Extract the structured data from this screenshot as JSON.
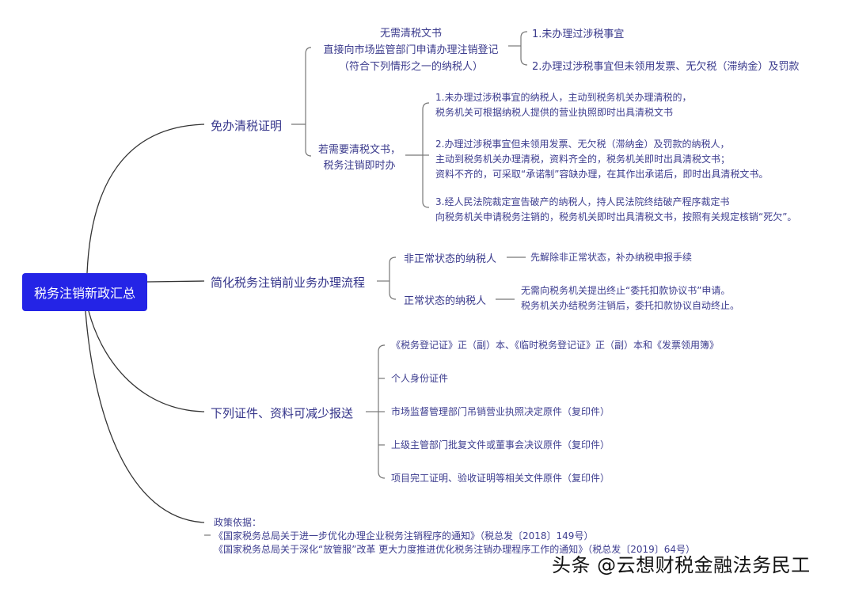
{
  "root": {
    "label": "税务注销新政汇总",
    "color": "#2424e6"
  },
  "branches": [
    {
      "label": "免办清税证明",
      "children": [
        {
          "lines": [
            "无需清税文书",
            "直接向市场监管部门申请办理注销登记",
            "（符合下列情形之一的纳税人）"
          ],
          "items": [
            "1.未办理过涉税事宜",
            "2.办理过涉税事宜但未领用发票、无欠税（滞纳金）及罚款"
          ]
        },
        {
          "lines": [
            "若需要清税文书，",
            "税务注销即时办"
          ],
          "items": [
            {
              "lines": [
                "1.未办理过涉税事宜的纳税人，主动到税务机关办理清税的，",
                "税务机关可根据纳税人提供的营业执照即时出具清税文书"
              ]
            },
            {
              "lines": [
                "2.办理过涉税事宜但未领用发票、无欠税（滞纳金）及罚款的纳税人，",
                "主动到税务机关办理清税，资料齐全的，税务机关即时出具清税文书；",
                "资料不齐的，可采取“承诺制”容缺办理，在其作出承诺后，即时出具清税文书。"
              ]
            },
            {
              "lines": [
                "3.经人民法院裁定宣告破产的纳税人，持人民法院终结破产程序裁定书",
                "向税务机关申请税务注销的，税务机关即时出具清税文书，按照有关规定核销“死欠”。"
              ]
            }
          ]
        }
      ]
    },
    {
      "label": "简化税务注销前业务办理流程",
      "children": [
        {
          "label": "非正常状态的纳税人",
          "detail": [
            "先解除非正常状态，补办纳税申报手续"
          ]
        },
        {
          "label": "正常状态的纳税人",
          "detail": [
            "无需向税务机关提出终止“委托扣款协议书”申请。",
            "税务机关办结税务注销后，委托扣款协议自动终止。"
          ]
        }
      ]
    },
    {
      "label": "下列证件、资料可减少报送",
      "items": [
        "《税务登记证》正（副）本、《临时税务登记证》正（副）本和《发票领用簿》",
        "个人身份证件",
        "市场监督管理部门吊销营业执照决定原件（复印件）",
        "上级主管部门批复文件或董事会决议原件（复印件）",
        "项目完工证明、验收证明等相关文件原件（复印件）"
      ]
    },
    {
      "label": "政策依据：",
      "lines": [
        "《国家税务总局关于进一步优化办理企业税务注销程序的通知》（税总发〔2018〕149号）",
        "《国家税务总局关于深化“放管服”改革 更大力度推进优化税务注销办理程序工作的通知》（税总发〔2019〕64号）"
      ]
    }
  ],
  "watermark": "头条 @云想财税金融法务民工"
}
